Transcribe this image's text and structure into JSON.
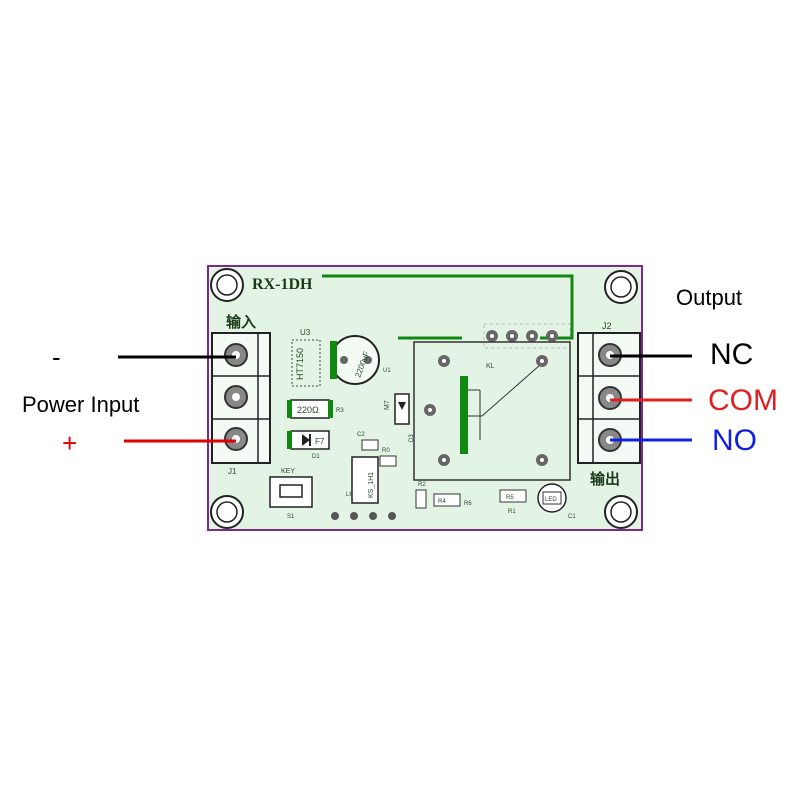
{
  "board": {
    "model": "RX-1DH",
    "input_label": "输入",
    "output_label": "输出",
    "j1_label": "J1",
    "j2_label": "J2",
    "u3_label": "U3",
    "regulator_label": "HT7150",
    "u1_label": "U1",
    "u1_text": "2200uF",
    "r3_value": "220Ω",
    "r3_label": "R3",
    "d_label": "D1",
    "d1_label": "F7",
    "relay_label": "KL",
    "relay_d_label": "D3",
    "relay_d_value": "M7",
    "key_label": "KEY",
    "s1_label": "S1",
    "l6_label": "L6",
    "c2_label": "C2",
    "r0_label": "R0",
    "ks_label": "KS_1H1",
    "r2_label": "R2",
    "r4_label": "R4",
    "r6_label": "R6",
    "r5_label": "R5",
    "r1_label": "R1",
    "c1_label": "C1",
    "led_label": "LED"
  },
  "power": {
    "minus_label": "-",
    "title": "Power Input",
    "plus_label": "+",
    "minus_wire_color": "#000000",
    "plus_wire_color": "#e00000",
    "minus_text_color": "#000000",
    "plus_text_color": "#e00000"
  },
  "output": {
    "title": "Output",
    "terminals": [
      {
        "label": "NC",
        "color": "#000000"
      },
      {
        "label": "COM",
        "color": "#e02020"
      },
      {
        "label": "NO",
        "color": "#1020e0"
      }
    ]
  },
  "colors": {
    "board_fill": "#e4f4e4",
    "board_border": "#7b2a8c",
    "trace": "#118811",
    "pad": "#666666"
  }
}
